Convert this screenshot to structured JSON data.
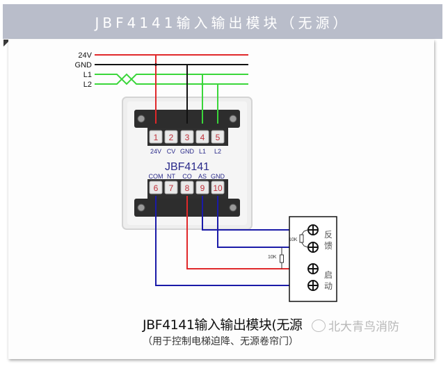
{
  "header": {
    "title": "JBF4141输入输出模块（无源）"
  },
  "bus_lines": [
    {
      "label": "24V",
      "color": "#e0282a"
    },
    {
      "label": "GND",
      "color": "#111111"
    },
    {
      "label": "L1",
      "color": "#3ad63a"
    },
    {
      "label": "L2",
      "color": "#3ad63a"
    }
  ],
  "module": {
    "model": "JBF4141",
    "top_terminals": [
      {
        "number": "1",
        "label": "24V"
      },
      {
        "number": "2",
        "label": "CV"
      },
      {
        "number": "3",
        "label": "GND"
      },
      {
        "number": "4",
        "label": "L1"
      },
      {
        "number": "5",
        "label": "L2"
      }
    ],
    "bottom_terminals": [
      {
        "number": "6",
        "label": "COM"
      },
      {
        "number": "7",
        "label": "NT"
      },
      {
        "number": "8",
        "label": "CO"
      },
      {
        "number": "9",
        "label": "AS"
      },
      {
        "number": "10",
        "label": "GND"
      }
    ]
  },
  "device": {
    "feedback_label": [
      "反",
      "馈"
    ],
    "start_label": [
      "启",
      "动"
    ],
    "resistor_feedback": "10K",
    "resistor_start": "10K"
  },
  "colors": {
    "red": "#e0282a",
    "black": "#111111",
    "green": "#3ad63a",
    "blue": "#1a1aa8",
    "terminal_number": "#c0303a",
    "terminal_label": "#2a2a8a"
  },
  "caption": {
    "title": "JBF4141输入输出模块(无源",
    "subtitle": "（用于控制电梯迫降、无源卷帘门）"
  },
  "watermark": {
    "text": "北大青鸟消防"
  }
}
